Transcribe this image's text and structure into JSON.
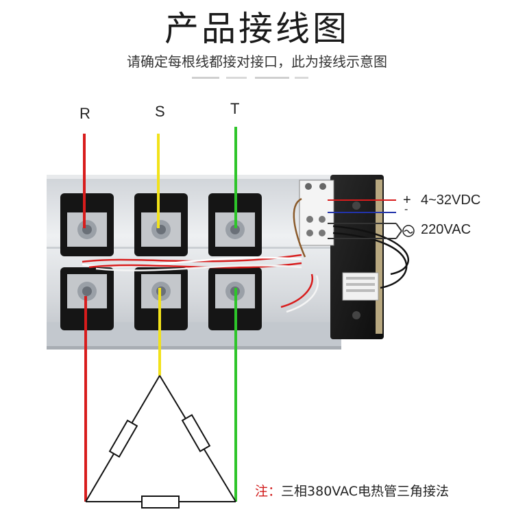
{
  "header": {
    "title": "产品接线图",
    "subtitle": "请确定每根线都接对接口，此为接线示意图"
  },
  "phases": [
    {
      "label": "R",
      "color": "#d81c1c"
    },
    {
      "label": "S",
      "color": "#f2e21a"
    },
    {
      "label": "T",
      "color": "#2ec52a"
    }
  ],
  "control": {
    "dc_sign": "+",
    "dc_label": "4~32VDC",
    "dc_minus": "-",
    "ac_label": "220VAC"
  },
  "note": {
    "prefix": "注：",
    "text": "三相380VAC电热管三角接法"
  },
  "colors": {
    "dc_positive": "#d81c1c",
    "dc_negative": "#2233aa",
    "ac_wire": "#333333"
  }
}
